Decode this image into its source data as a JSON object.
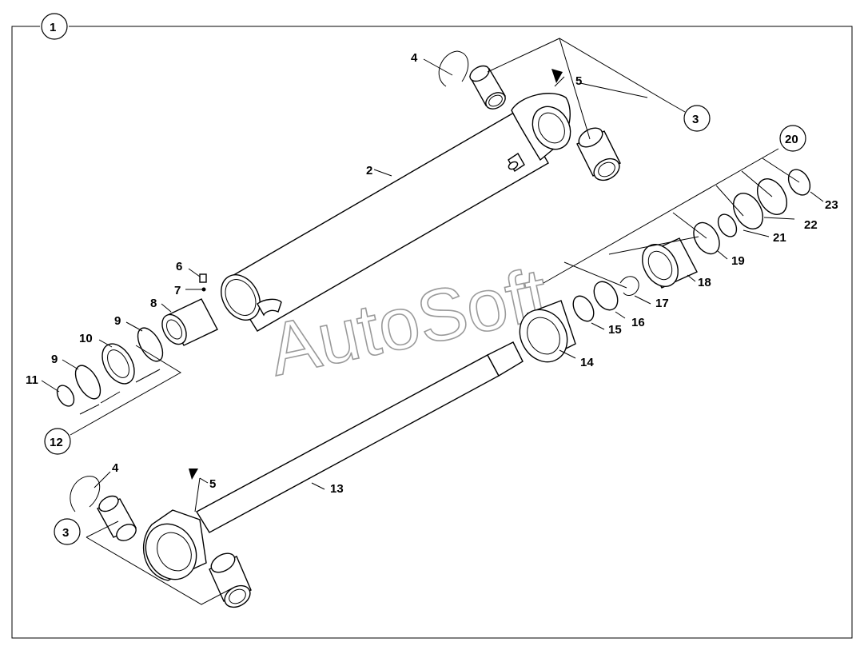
{
  "watermark": "AutoSoft",
  "callouts": {
    "c1": "1",
    "c2": "2",
    "c3a": "3",
    "c3b": "3",
    "c4a": "4",
    "c4b": "4",
    "c5a": "5",
    "c5b": "5",
    "c6": "6",
    "c7": "7",
    "c8": "8",
    "c9a": "9",
    "c9b": "9",
    "c10": "10",
    "c11": "11",
    "c12": "12",
    "c13": "13",
    "c14": "14",
    "c15": "15",
    "c16": "16",
    "c17": "17",
    "c18": "18",
    "c19": "19",
    "c20": "20",
    "c21": "21",
    "c22": "22",
    "c23": "23"
  }
}
